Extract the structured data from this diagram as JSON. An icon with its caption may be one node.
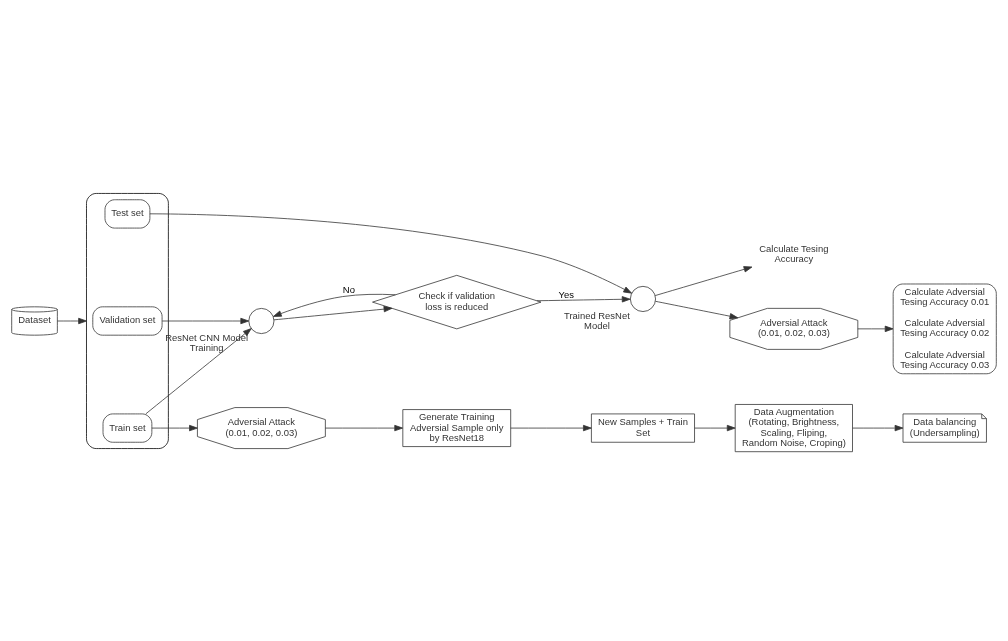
{
  "diagram": {
    "nodes": [
      {
        "text": [
          "Dataset"
        ]
      },
      {
        "text": [],
        "shape": "box"
      },
      {
        "text": [
          "Train set"
        ],
        "in": 1
      },
      {
        "text": [
          "Validation set"
        ],
        "in": 1
      },
      {
        "text": [
          "Test set"
        ],
        "in": 1
      },
      {
        "text": [],
        "shape": "circle",
        "beside": [
          "ResNet CNN Model Training"
        ]
      },
      {
        "text": [
          "Check if validation loss is reduced"
        ]
      },
      {
        "text": [],
        "shape": "circle",
        "beside": [
          "Trained ResNet Model"
        ]
      },
      {
        "text": [
          "Calculate Tesing Accuracy"
        ]
      },
      {
        "text": [
          "Data balancing (Undersampling)"
        ]
      },
      {
        "text": [
          "Adversial Attack (0.01, 0.02, 0.03)"
        ]
      },
      {
        "text": [
          "Adversial Attack (0.01, 0.02, 0.03)"
        ]
      },
      {
        "text": [
          "Calculate Adversial Tesing Accuracy 0.01",
          "Calculate Adversial Tesing Accuracy 0.02",
          "Calculate Adversial Tesing Accuracy 0.03"
        ]
      },
      {
        "text": [
          "Data Augmentation (Rotating, Brightness, Scaling, Fliping, Random Noise, Croping)"
        ]
      },
      {
        "text": [
          "New Samples + Train Set"
        ]
      },
      {
        "text": [
          "Generate Training Adversial Sample only by ResNet18"
        ]
      }
    ],
    "edges": [
      {
        "from": 0,
        "to": 1,
        "arrow": "to"
      },
      {
        "from": 2,
        "to": 5,
        "arrow": "to"
      },
      {
        "from": 2,
        "to": 10,
        "arrow": "to"
      },
      {
        "from": 3,
        "to": 5,
        "arrow": "to"
      },
      {
        "from": 5,
        "to": 6,
        "arrow": "to"
      },
      {
        "from": 6,
        "to": 5,
        "arrow": "to",
        "label": "No"
      },
      {
        "from": 6,
        "to": 7,
        "arrow": "to",
        "label": "Yes"
      },
      {
        "from": 4,
        "to": 7,
        "arrow": "to"
      },
      {
        "from": 7,
        "to": 8,
        "arrow": "to"
      },
      {
        "from": 7,
        "to": 11,
        "arrow": "to"
      },
      {
        "from": 11,
        "to": 12,
        "arrow": "to"
      },
      {
        "from": 10,
        "to": 15,
        "arrow": "to"
      },
      {
        "from": 15,
        "to": 14,
        "arrow": "to"
      },
      {
        "from": 14,
        "to": 13,
        "arrow": "to"
      },
      {
        "from": 13,
        "to": 9,
        "arrow": "to"
      }
    ]
  }
}
